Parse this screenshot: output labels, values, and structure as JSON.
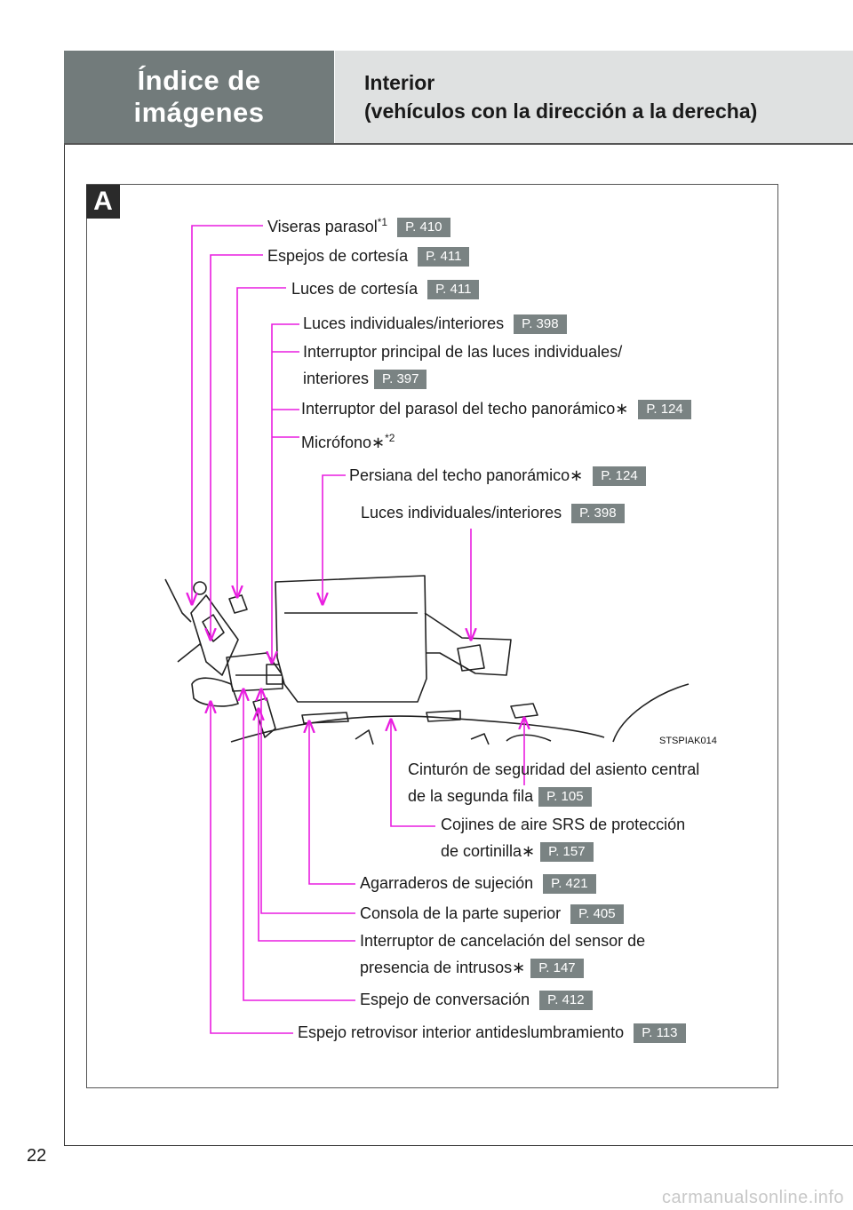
{
  "header": {
    "section_line1": "Índice de",
    "section_line2": "imágenes",
    "title_line1": "Interior",
    "title_line2": "(vehículos con la dirección a la derecha)"
  },
  "figure_tag": "A",
  "labels": {
    "viseras": {
      "text": "Viseras parasol",
      "sup": "*1",
      "page": "P. 410"
    },
    "espejos_cortesia": {
      "text": "Espejos de cortesía",
      "page": "P. 411"
    },
    "luces_cortesia": {
      "text": "Luces de cortesía",
      "page": "P. 411"
    },
    "luces_ind_1": {
      "text": "Luces individuales/interiores",
      "page": "P. 398"
    },
    "interruptor_principal": {
      "line1": "Interruptor principal de las luces individuales/",
      "line2": "interiores",
      "page": "P. 397"
    },
    "interruptor_parasol": {
      "text": "Interruptor del parasol del techo panorámico",
      "mark": "∗",
      "page": "P. 124"
    },
    "microfono": {
      "text": "Micrófono",
      "mark": "∗",
      "sup": "*2"
    },
    "persiana": {
      "text": "Persiana del techo panorámico",
      "mark": "∗",
      "page": "P. 124"
    },
    "luces_ind_2": {
      "text": "Luces individuales/interiores",
      "page": "P. 398"
    },
    "cinturon": {
      "line1": "Cinturón de seguridad del asiento central",
      "line2": "de la segunda fila",
      "page": "P. 105"
    },
    "cojines": {
      "line1": "Cojines de aire SRS de protección",
      "line2": "de cortinilla",
      "mark": "∗",
      "page": "P. 157"
    },
    "agarraderos": {
      "text": "Agarraderos de sujeción",
      "page": "P. 421"
    },
    "consola": {
      "text": "Consola de la parte superior",
      "page": "P. 405"
    },
    "interruptor_cancelacion": {
      "line1": "Interruptor de cancelación del sensor de",
      "line2": "presencia de intrusos",
      "mark": "∗",
      "page": "P. 147"
    },
    "espejo_conversacion": {
      "text": "Espejo de conversación",
      "page": "P. 412"
    },
    "espejo_retrovisor": {
      "text": "Espejo retrovisor interior antideslumbramiento",
      "page": "P. 113"
    }
  },
  "figure_code": "STSPIAK014",
  "page_number": "22",
  "watermark": "carmanualsonline.info",
  "colors": {
    "leader": "#e91ee0",
    "header_dark": "#727b7b",
    "header_light": "#dfe1e1",
    "page_tag": "#7a8383"
  }
}
